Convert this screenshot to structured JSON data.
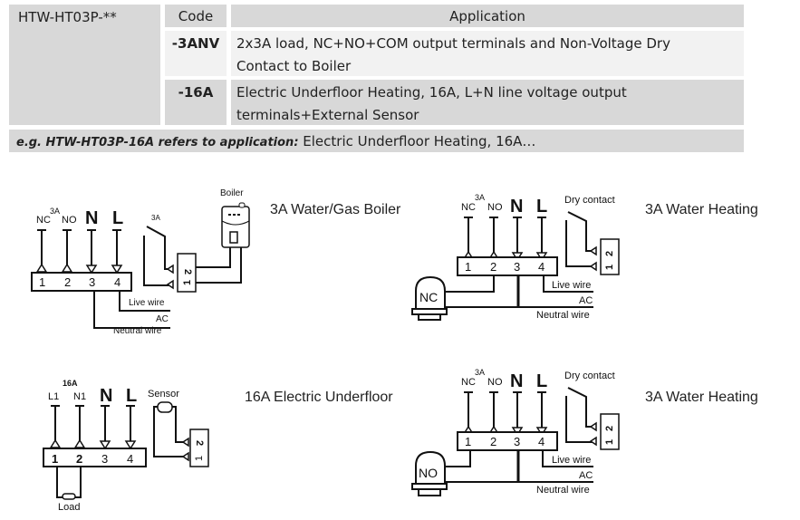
{
  "table": {
    "model": "HTW-HT03P-**",
    "code_header": "Code",
    "application_header": "Application",
    "rows": [
      {
        "code": "-3ANV",
        "application_line1": "2x3A load, NC+NO+COM output terminals and Non-Voltage Dry",
        "application_line2": "Contact to Boiler"
      },
      {
        "code": "-16A",
        "application_line1": "Electric Underfloor Heating, 16A, L+N line voltage output",
        "application_line2": "terminals+External Sensor"
      }
    ],
    "example_prefix": "e.g. HTW-HT03P-16A refers to application:",
    "example_text": " Electric Underfloor Heating, 16A…"
  },
  "diagrams": [
    {
      "title": "3A Water/Gas Boiler",
      "terminal_labels": [
        "NC",
        "NO",
        "N",
        "L"
      ],
      "rating": "3A",
      "terminals": [
        "1",
        "2",
        "3",
        "4"
      ],
      "switch_label": "3A",
      "device_label": "Boiler",
      "sensor_terminals": [
        "1",
        "2"
      ],
      "wire_labels": [
        "Live wire",
        "AC",
        "Neutral wire"
      ]
    },
    {
      "title": "3A Water Heating",
      "terminal_labels": [
        "NC",
        "NO",
        "N",
        "L"
      ],
      "rating": "3A",
      "terminals": [
        "1",
        "2",
        "3",
        "4"
      ],
      "switch_label": "Dry contact",
      "actuator_label": "NC",
      "sensor_terminals": [
        "1",
        "2"
      ],
      "wire_labels": [
        "Live wire",
        "AC",
        "Neutral wire"
      ]
    },
    {
      "title": "16A Electric Underfloor",
      "terminal_labels": [
        "L1",
        "N1",
        "N",
        "L"
      ],
      "rating": "16A",
      "terminals": [
        "1",
        "2",
        "3",
        "4"
      ],
      "sensor_label": "Sensor",
      "load_label": "Load",
      "sensor_terminals": [
        "1",
        "2"
      ]
    },
    {
      "title": "3A Water Heating",
      "terminal_labels": [
        "NC",
        "NO",
        "N",
        "L"
      ],
      "rating": "3A",
      "terminals": [
        "1",
        "2",
        "3",
        "4"
      ],
      "switch_label": "Dry contact",
      "actuator_label": "NO",
      "sensor_terminals": [
        "1",
        "2"
      ],
      "wire_labels": [
        "Live wire",
        "AC",
        "Neutral wire"
      ]
    }
  ]
}
